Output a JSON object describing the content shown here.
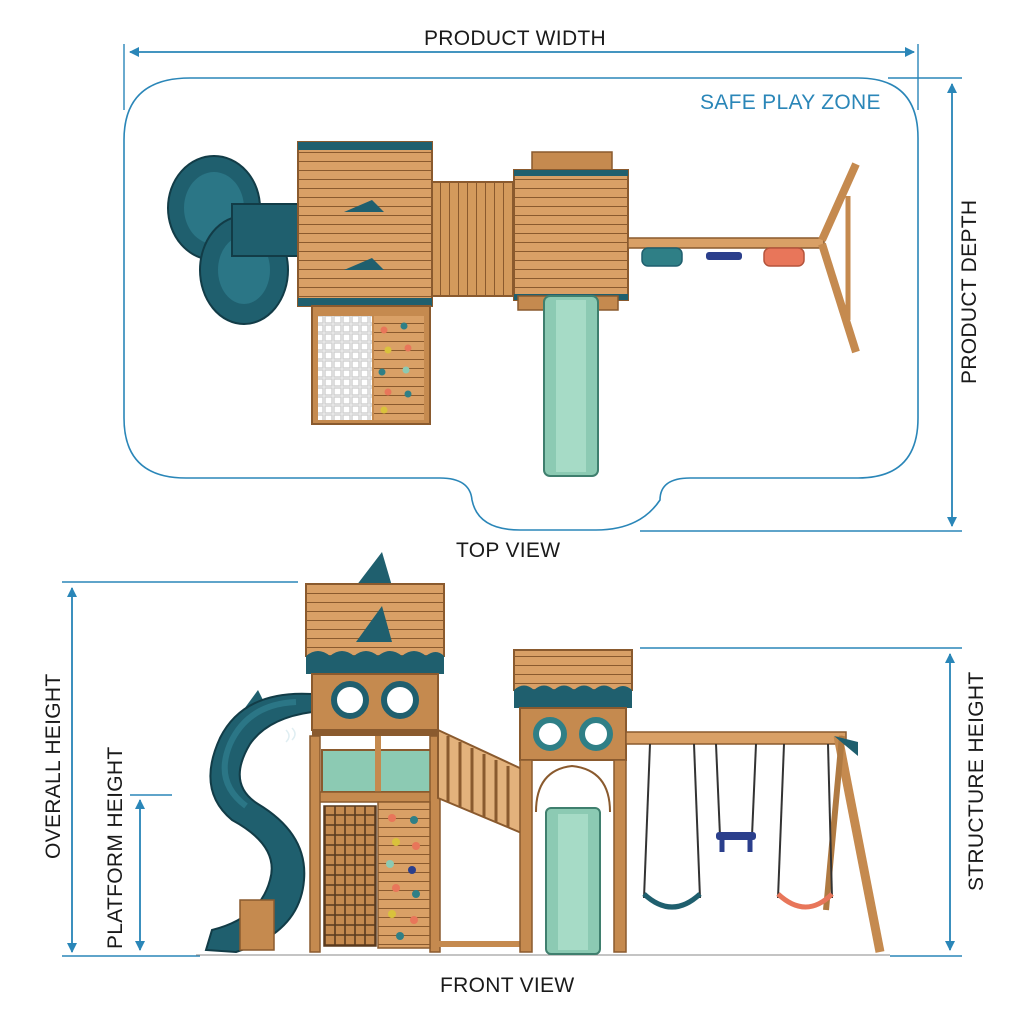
{
  "labels": {
    "product_width": "PRODUCT WIDTH",
    "product_depth": "PRODUCT DEPTH",
    "safe_play_zone": "SAFE PLAY ZONE",
    "top_view": "TOP VIEW",
    "front_view": "FRONT VIEW",
    "overall_height": "OVERALL HEIGHT",
    "platform_height": "PLATFORM HEIGHT",
    "structure_height": "STRUCTURE HEIGHT"
  },
  "colors": {
    "dimension_line": "#2a86b8",
    "wood_light": "#d9a066",
    "wood_mid": "#c58a4f",
    "wood_dark": "#8a5a2e",
    "slide_teal": "#1f5f6e",
    "slide_mint": "#8ccab3",
    "swing_orange": "#e8765a",
    "swing_teal": "#2f7f86",
    "trapeze_blue": "#2b3f8c",
    "net_white": "#f4f4f4"
  }
}
